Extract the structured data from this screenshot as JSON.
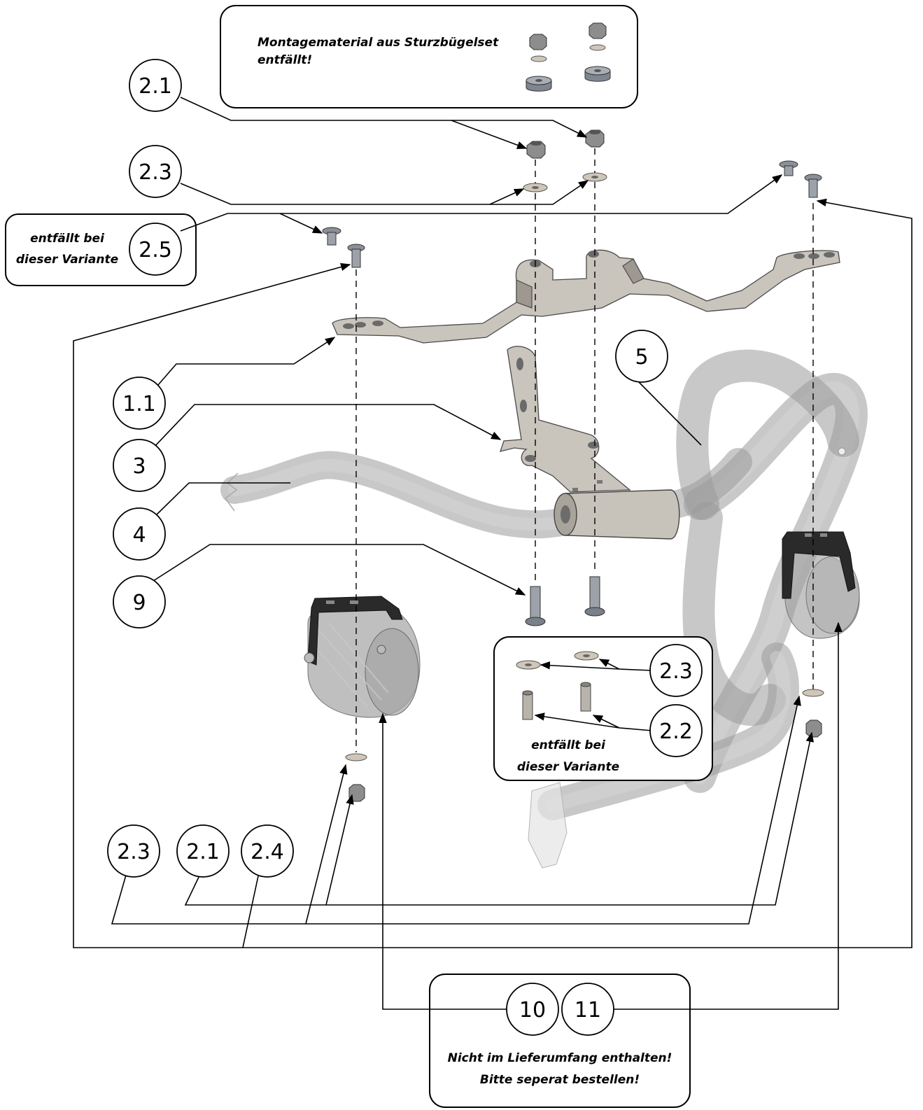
{
  "notes": {
    "top": [
      "Montagematerial aus Sturzbügelset",
      "entfällt!"
    ],
    "left": [
      "entfällt bei",
      "dieser Variante"
    ],
    "middle": [
      "entfällt bei",
      "dieser Variante"
    ],
    "bottom": [
      "Nicht im Lieferumfang enthalten!",
      "Bitte seperat bestellen!"
    ]
  },
  "balloons": {
    "b21_top": "2.1",
    "b23_top": "2.3",
    "b25": "2.5",
    "b11": "1.1",
    "b3": "3",
    "b4": "4",
    "b9": "9",
    "b5": "5",
    "b23_mid": "2.3",
    "b22": "2.2",
    "b23_bot": "2.3",
    "b21_bot": "2.1",
    "b24": "2.4",
    "b10": "10",
    "b11_lamp": "11"
  },
  "colors": {
    "steel": "#c9c4bc",
    "tube": "#9b9b9b",
    "lamp_bracket": "#2a2a2a"
  }
}
